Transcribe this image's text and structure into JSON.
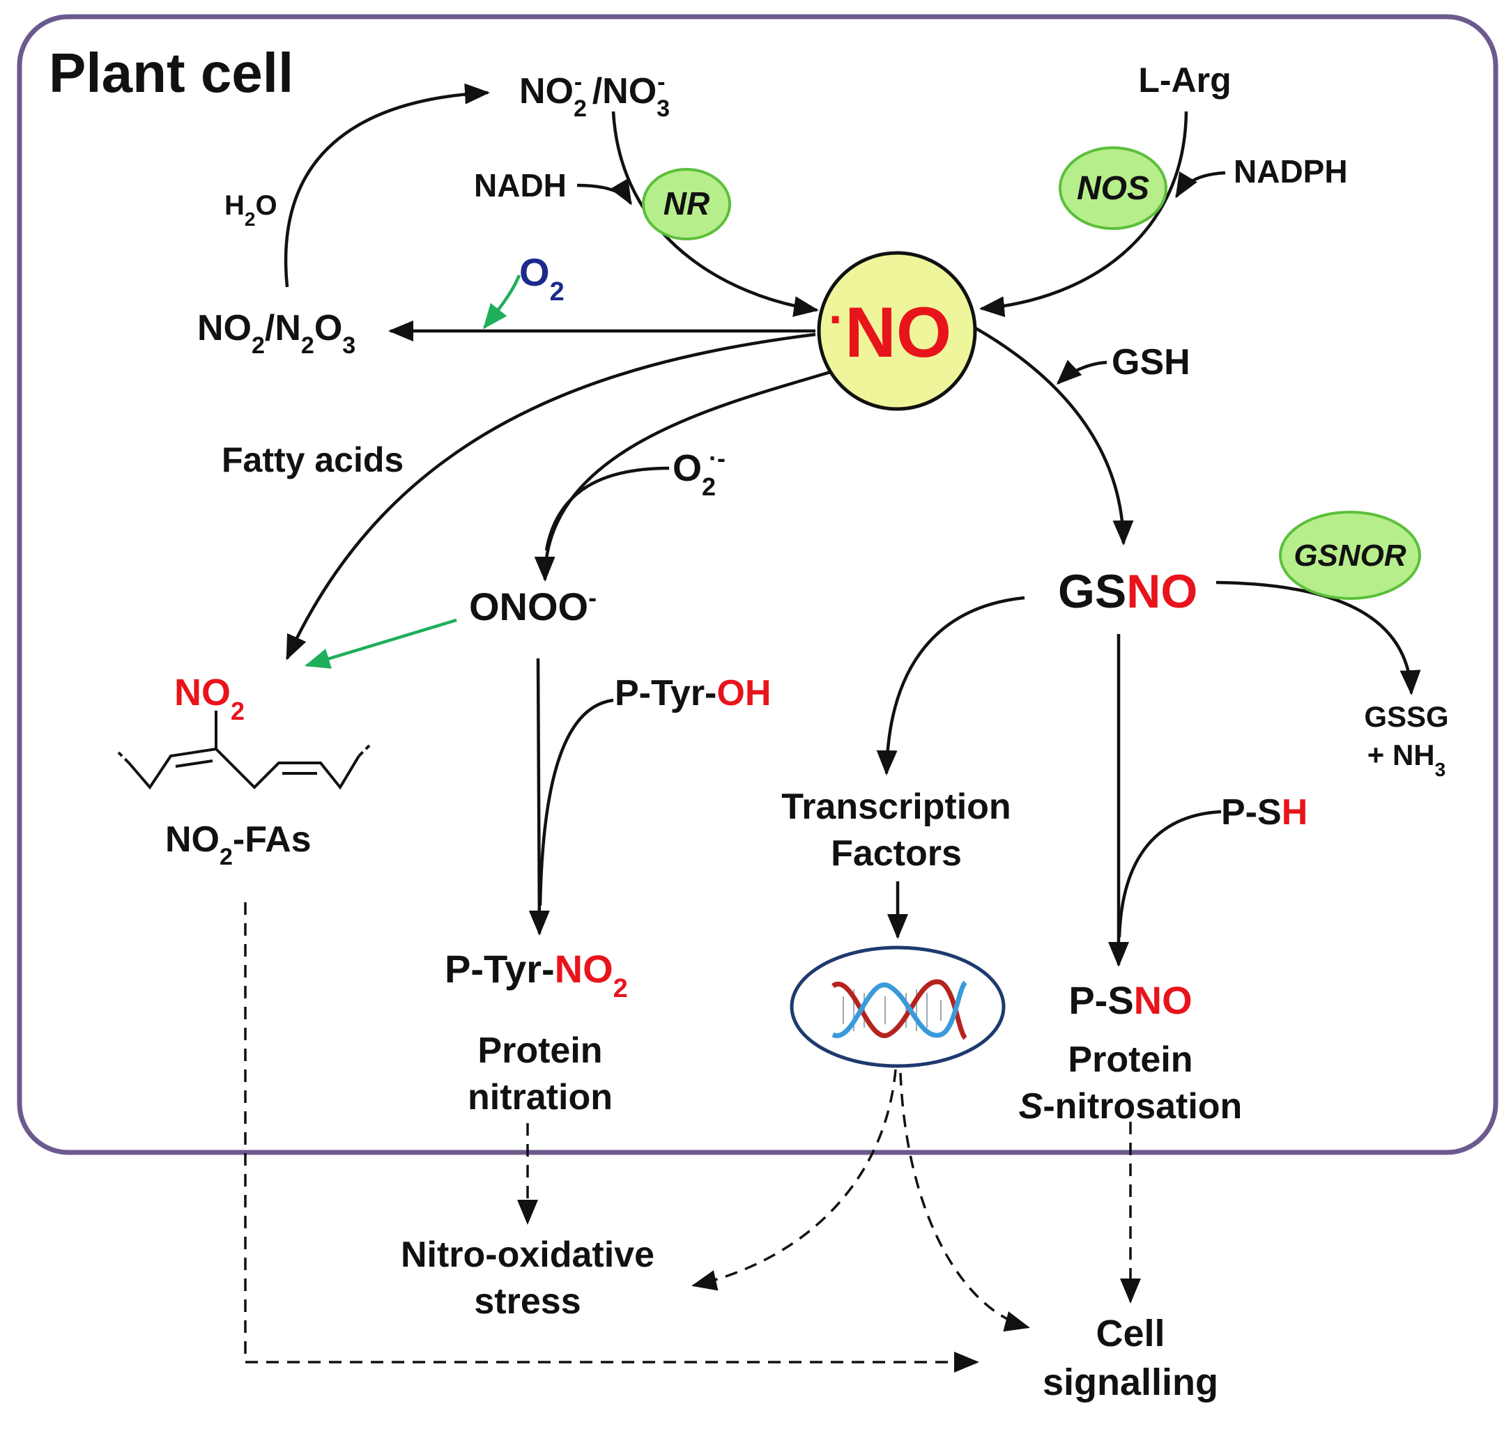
{
  "title": "Plant cell",
  "colors": {
    "border": "#6b5a8e",
    "no_red": "#e8141b",
    "o2_blue": "#1b2a8c",
    "enzyme_green": "#b7ee8c",
    "arrow_green": "#1fae5a",
    "no_circle": "#eef59a"
  },
  "icons": {
    "dna": "dna-helix-icon",
    "nitro_fatty_acid": "fatty-acid-structure-icon"
  },
  "nodes": {
    "no2_no3": {
      "a": "NO",
      "a_sub": "2",
      "a_sup": "-",
      "sep": " /NO",
      "b_sub": "3",
      "b_sup": "-"
    },
    "l_arg": "L-Arg",
    "nadh": "NADH",
    "nadph": "NADPH",
    "nr": "NR",
    "nos": "NOS",
    "h2o": {
      "a": "H",
      "sub": "2",
      "b": "O"
    },
    "o2": {
      "a": "O",
      "sub": "2"
    },
    "no2_n2o3": {
      "a": "NO",
      "sub1": "2",
      "b": "/N",
      "sub2": "2",
      "c": "O",
      "sub3": "3"
    },
    "no_radical": {
      "dot": "·",
      "text": "NO"
    },
    "gsh": "GSH",
    "fatty_acids": "Fatty acids",
    "superoxide": {
      "a": "O",
      "sub": "2",
      "sup": "·-"
    },
    "onoo": {
      "a": "ONOO",
      "sup": "-"
    },
    "gsno": {
      "a": "GS",
      "b": "NO"
    },
    "gsnor": "GSNOR",
    "no2_red": {
      "a": "NO",
      "sub": "2"
    },
    "no2_fas": {
      "a": "NO",
      "sub": "2",
      "b": "-FAs"
    },
    "p_tyr_oh": {
      "a": "P-Tyr-",
      "b": "OH"
    },
    "gssg": {
      "line1": "GSSG",
      "line2_a": "+ NH",
      "line2_sub": "3"
    },
    "transcription": {
      "line1": "Transcription",
      "line2": "Factors"
    },
    "p_sh": {
      "a": "P-S",
      "b": "H"
    },
    "p_tyr_no2": {
      "a": "P-Tyr-",
      "b": "NO",
      "sub": "2"
    },
    "protein_nitration": {
      "line1": "Protein",
      "line2": "nitration"
    },
    "p_sno": {
      "a": "P-S",
      "b": "NO"
    },
    "protein_s_nitrosation": {
      "line1": "Protein",
      "line2_a": "S",
      "line2_b": "-nitrosation"
    },
    "nitro_oxidative": {
      "line1": "Nitro-oxidative",
      "line2": "stress"
    },
    "cell_signalling": {
      "line1": "Cell",
      "line2": "signalling"
    }
  }
}
